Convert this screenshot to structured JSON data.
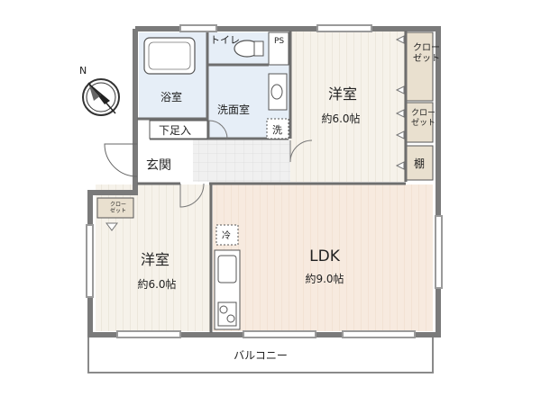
{
  "rooms": {
    "toilet": "トイレ",
    "ps": "PS",
    "bath": "浴室",
    "washroom": "洗面室",
    "washer": "洗",
    "shoe_storage": "下足入",
    "entrance": "玄関",
    "western_room_north": {
      "name": "洋室",
      "size": "約6.0帖"
    },
    "western_room_south": {
      "name": "洋室",
      "size": "約6.0帖"
    },
    "ldk": {
      "name": "LDK",
      "size": "約9.0帖"
    },
    "closet_top": "クロー\nゼット",
    "closet_mid": "クロー\nゼット",
    "shelf": "棚",
    "closet_small": "クロー\nゼット",
    "fridge": "冷",
    "balcony": "バルコニー"
  },
  "compass": {
    "label": "N"
  },
  "colors": {
    "wall": "#7a7a7a",
    "floor_wood": "#f3efe6",
    "ldk_floor": "#f6e9df",
    "wet_area": "#e4eef7",
    "closet": "#e8dfcf",
    "entrance_floor": "#ededed"
  }
}
